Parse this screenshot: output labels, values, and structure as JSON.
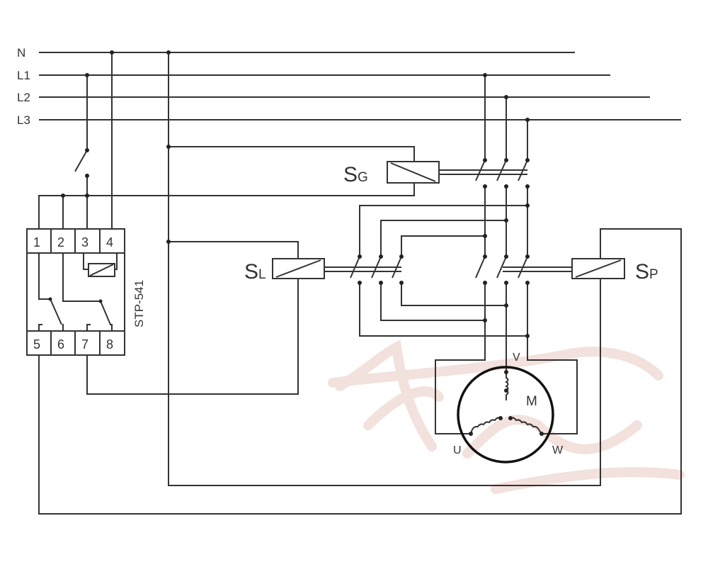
{
  "lines": {
    "n": "N",
    "l1": "L1",
    "l2": "L2",
    "l3": "L3"
  },
  "device": {
    "name": "STP-541",
    "terminals_top": [
      "1",
      "2",
      "3",
      "4"
    ],
    "terminals_bottom": [
      "5",
      "6",
      "7",
      "8"
    ]
  },
  "contactors": {
    "sg": {
      "main": "S",
      "sub": "G"
    },
    "sl": {
      "main": "S",
      "sub": "L"
    },
    "sp": {
      "main": "S",
      "sub": "P"
    }
  },
  "motor": {
    "label": "M",
    "u": "U",
    "v": "V",
    "w": "W"
  },
  "watermark": "Antemn",
  "colors": {
    "wire": "#333333",
    "watermark": "#e8c9c0"
  }
}
